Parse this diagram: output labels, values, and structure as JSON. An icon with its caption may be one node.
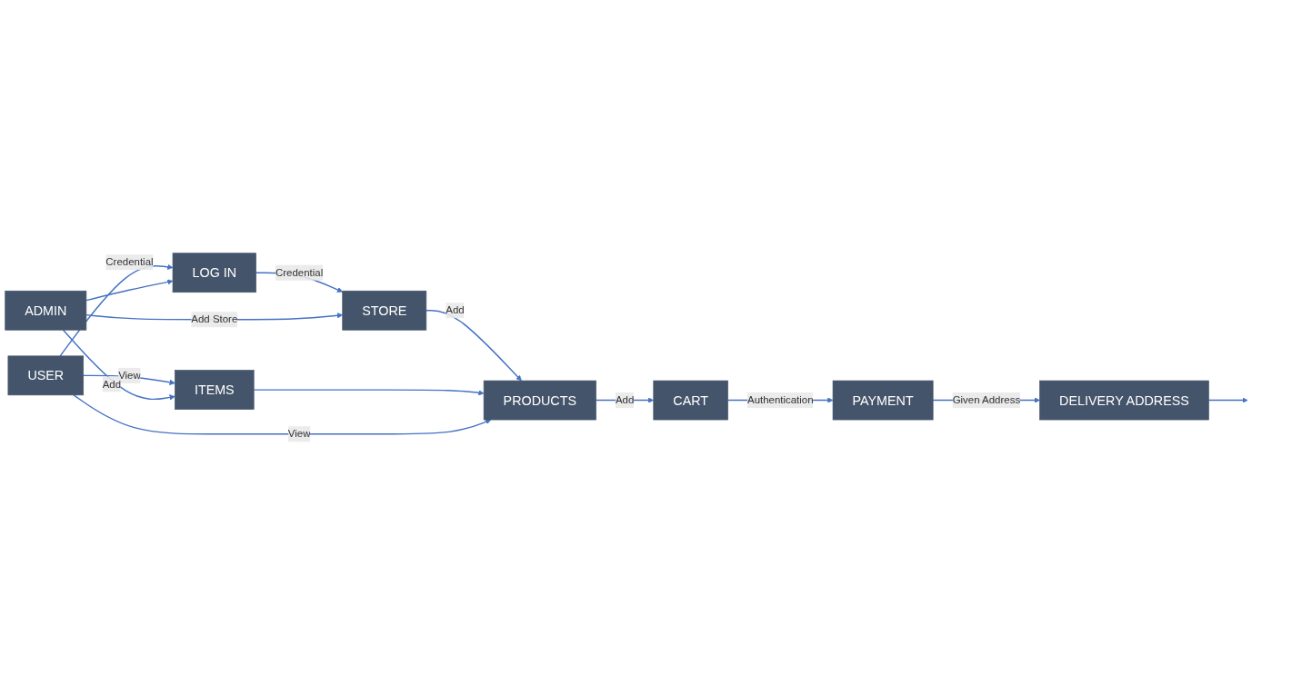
{
  "diagram": {
    "nodes": [
      {
        "text": [
          "USER"
        ]
      },
      {
        "text": [
          "LOG IN"
        ]
      },
      {
        "text": [
          "ITEMS"
        ]
      },
      {
        "text": [
          "STORE"
        ]
      },
      {
        "text": [
          "ADMIN"
        ]
      },
      {
        "text": [
          "PRODUCTS"
        ]
      },
      {
        "text": [
          "CART"
        ]
      },
      {
        "text": [
          "PAYMENT"
        ]
      },
      {
        "text": [
          "DELIVERY ADDRESS"
        ]
      }
    ],
    "edges": [
      {
        "from": 0,
        "to": 1,
        "arrow": "to",
        "label": "Credential"
      },
      {
        "from": 0,
        "to": 2,
        "arrow": "to",
        "label": "View"
      },
      {
        "from": 1,
        "to": 3,
        "arrow": "to",
        "label": "Credential"
      },
      {
        "from": 4,
        "to": 2,
        "arrow": "to",
        "label": "Add"
      },
      {
        "from": 4,
        "to": 1,
        "arrow": "to"
      },
      {
        "from": 4,
        "to": 3,
        "arrow": "to",
        "label": "Add Store"
      },
      {
        "from": 3,
        "to": 5,
        "arrow": "to",
        "label": "Add"
      },
      {
        "from": 2,
        "to": 5,
        "arrow": "to"
      },
      {
        "from": 0,
        "to": 5,
        "arrow": "to",
        "label": "View"
      },
      {
        "from": 5,
        "to": 6,
        "arrow": "to",
        "label": "Add"
      },
      {
        "from": 6,
        "to": 7,
        "arrow": "to",
        "label": "Authentication"
      },
      {
        "from": 7,
        "to": 8,
        "arrow": "to",
        "label": "Given Address"
      },
      {
        "from": 8,
        "to": null,
        "arrow": "to"
      }
    ]
  }
}
